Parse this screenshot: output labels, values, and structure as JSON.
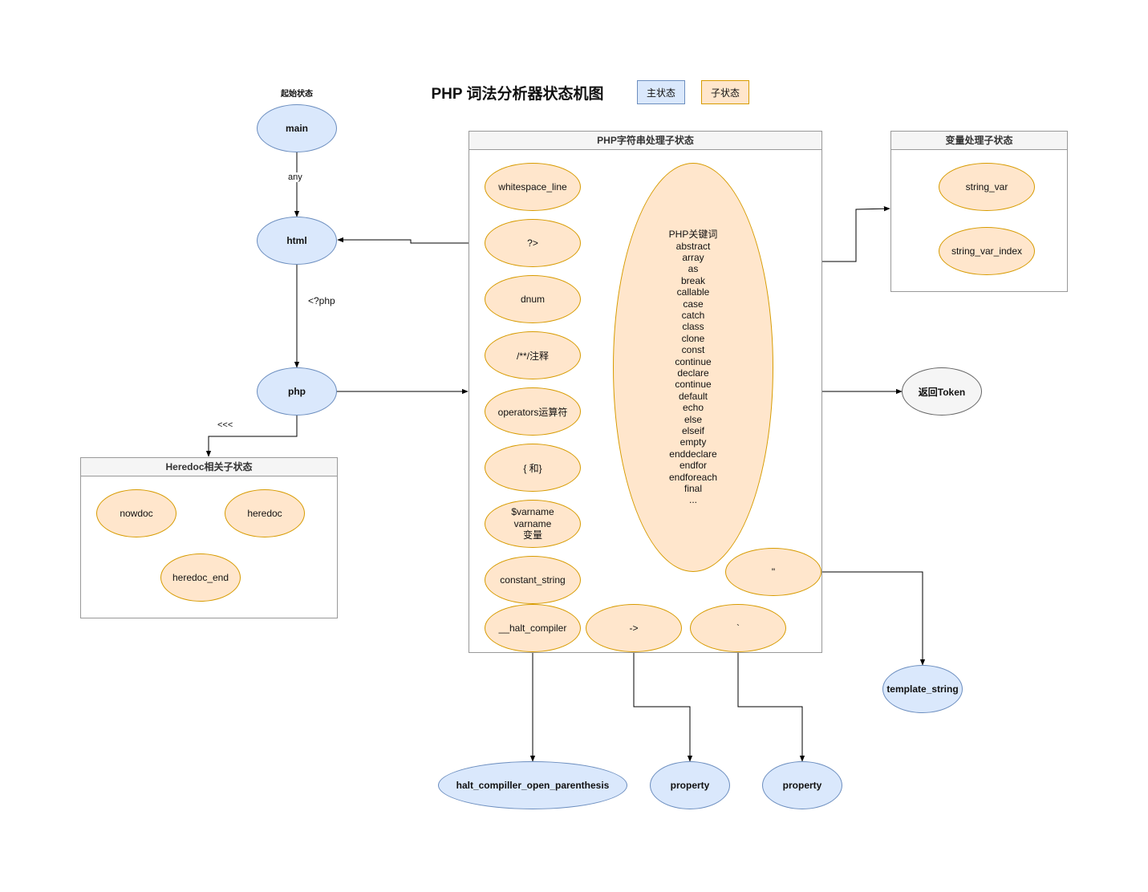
{
  "title": "PHP 词法分析器状态机图",
  "legend": {
    "main_state": "主状态",
    "sub_state": "子状态"
  },
  "start_label": "起始状态",
  "main_states": {
    "main": "main",
    "html": "html",
    "php": "php"
  },
  "edge_labels": {
    "main_html": "any",
    "html_php": "<?php",
    "php_heredoc": "<<<"
  },
  "heredoc_group": {
    "title": "Heredoc相关子状态",
    "items": [
      "nowdoc",
      "heredoc",
      "heredoc_end"
    ]
  },
  "string_group": {
    "title": "PHP字符串处理子状态",
    "items": [
      "whitespace_line",
      "?>",
      "dnum",
      "/**/注释",
      "operators运算符",
      "{ 和}",
      "$varname\nvarname\n变量",
      "constant_string",
      "__halt_compiler",
      "->",
      "`",
      "\""
    ],
    "keywords": [
      "PHP关键词",
      "abstract",
      "array",
      "as",
      "break",
      "callable",
      "case",
      "catch",
      "class",
      "clone",
      "const",
      "continue",
      "declare",
      "continue",
      "default",
      "echo",
      "else",
      "elseif",
      "empty",
      "enddeclare",
      "endfor",
      "endforeach",
      "final",
      "..."
    ]
  },
  "var_group": {
    "title": "变量处理子状态",
    "items": [
      "string_var",
      "string_var_index"
    ]
  },
  "return_token": "返回Token",
  "outputs": {
    "template_string": "template_string",
    "halt_open": "halt_compiller_open_parenthesis",
    "property1": "property",
    "property2": "property"
  },
  "colors": {
    "main_fill": "#dae8fc",
    "main_stroke": "#6c8ebf",
    "sub_fill": "#ffe6cc",
    "sub_stroke": "#d79b00",
    "token_fill": "#f5f5f5",
    "token_stroke": "#666666"
  }
}
